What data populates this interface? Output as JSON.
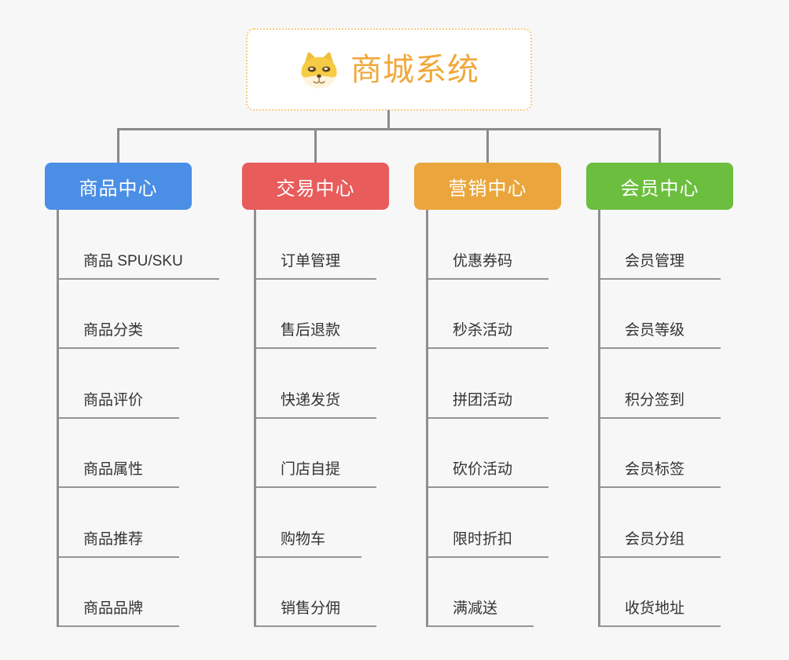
{
  "root": {
    "title": "商城系统",
    "accent": "#F0A83B",
    "icon": "shiba-dog-icon"
  },
  "branches": [
    {
      "label": "商品中心",
      "color": "#4A8EE6",
      "items": [
        "商品 SPU/SKU",
        "商品分类",
        "商品评价",
        "商品属性",
        "商品推荐",
        "商品品牌"
      ]
    },
    {
      "label": "交易中心",
      "color": "#E85C5B",
      "items": [
        "订单管理",
        "售后退款",
        "快递发货",
        "门店自提",
        "购物车",
        "销售分佣"
      ]
    },
    {
      "label": "营销中心",
      "color": "#EAA63C",
      "items": [
        "优惠券码",
        "秒杀活动",
        "拼团活动",
        "砍价活动",
        "限时折扣",
        "满减送"
      ]
    },
    {
      "label": "会员中心",
      "color": "#6CBE3E",
      "items": [
        "会员管理",
        "会员等级",
        "积分签到",
        "会员标签",
        "会员分组",
        "收货地址"
      ]
    }
  ]
}
